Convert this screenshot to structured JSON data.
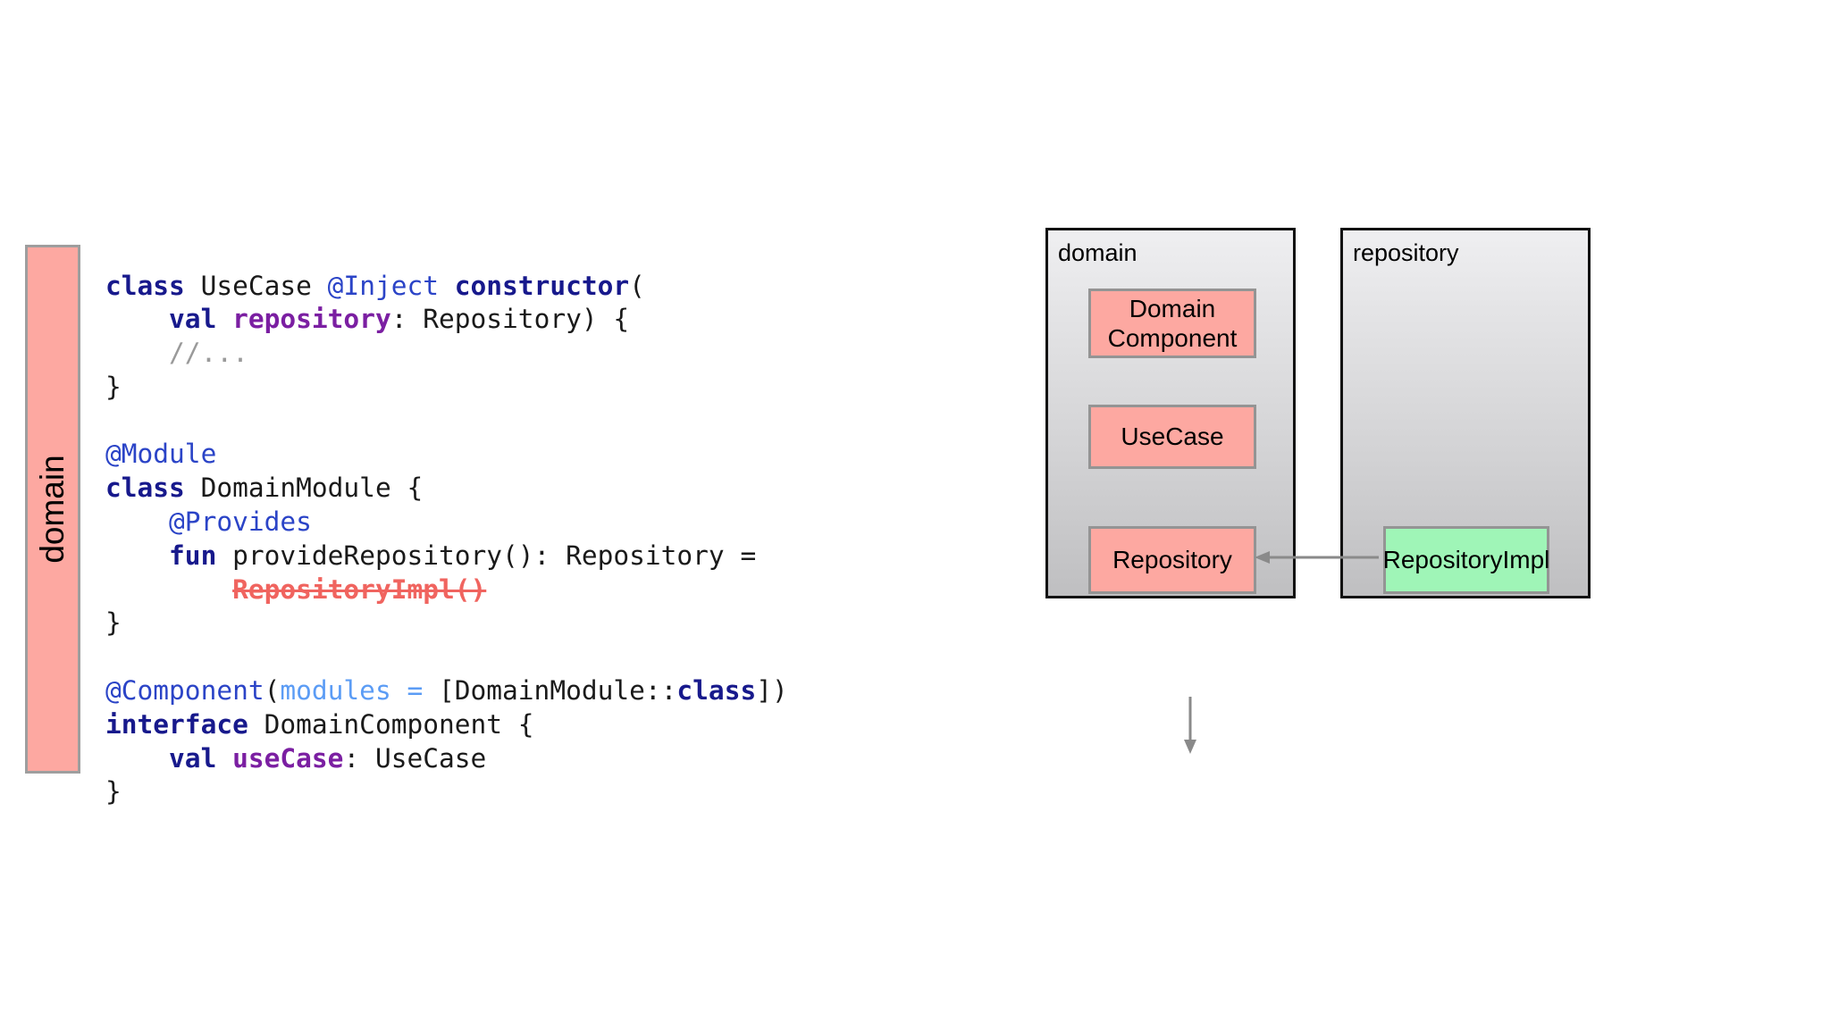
{
  "left_panel": {
    "side_tag": {
      "label": "domain",
      "color": "#fda8a1"
    },
    "code": {
      "language": "kotlin",
      "lines": [
        {
          "id": "l1",
          "tokens": [
            {
              "t": "class",
              "c": "kw"
            },
            {
              "t": " UseCase ",
              "c": "plain"
            },
            {
              "t": "@Inject",
              "c": "anno"
            },
            {
              "t": " ",
              "c": "plain"
            },
            {
              "t": "constructor",
              "c": "kw"
            },
            {
              "t": "(",
              "c": "plain"
            }
          ]
        },
        {
          "id": "l2",
          "tokens": [
            {
              "t": "    ",
              "c": "plain"
            },
            {
              "t": "val",
              "c": "kw"
            },
            {
              "t": " ",
              "c": "plain"
            },
            {
              "t": "repository",
              "c": "ident-p"
            },
            {
              "t": ": Repository) {",
              "c": "plain"
            }
          ]
        },
        {
          "id": "l3",
          "tokens": [
            {
              "t": "    ",
              "c": "plain"
            },
            {
              "t": "//...",
              "c": "comment"
            }
          ]
        },
        {
          "id": "l4",
          "tokens": [
            {
              "t": "}",
              "c": "plain"
            }
          ]
        },
        {
          "id": "l5",
          "tokens": [
            {
              "t": "",
              "c": "plain"
            }
          ]
        },
        {
          "id": "l6",
          "tokens": [
            {
              "t": "@Module",
              "c": "anno"
            }
          ]
        },
        {
          "id": "l7",
          "tokens": [
            {
              "t": "class",
              "c": "kw"
            },
            {
              "t": " DomainModule {",
              "c": "plain"
            }
          ]
        },
        {
          "id": "l8",
          "tokens": [
            {
              "t": "    ",
              "c": "plain"
            },
            {
              "t": "@Provides",
              "c": "anno"
            }
          ]
        },
        {
          "id": "l9",
          "tokens": [
            {
              "t": "    ",
              "c": "plain"
            },
            {
              "t": "fun",
              "c": "kw"
            },
            {
              "t": " provideRepository(): Repository =",
              "c": "plain"
            }
          ]
        },
        {
          "id": "l10",
          "tokens": [
            {
              "t": "        ",
              "c": "plain"
            },
            {
              "t": "RepositoryImpl()",
              "c": "strike"
            }
          ]
        },
        {
          "id": "l11",
          "tokens": [
            {
              "t": "}",
              "c": "plain"
            }
          ]
        },
        {
          "id": "l12",
          "tokens": [
            {
              "t": "",
              "c": "plain"
            }
          ]
        },
        {
          "id": "l13",
          "tokens": [
            {
              "t": "@Component",
              "c": "anno"
            },
            {
              "t": "(",
              "c": "plain"
            },
            {
              "t": "modules",
              "c": "param"
            },
            {
              "t": " ",
              "c": "plain"
            },
            {
              "t": "=",
              "c": "eq"
            },
            {
              "t": " [DomainModule::",
              "c": "plain"
            },
            {
              "t": "class",
              "c": "kw"
            },
            {
              "t": "])",
              "c": "plain"
            }
          ]
        },
        {
          "id": "l14",
          "tokens": [
            {
              "t": "interface",
              "c": "kw"
            },
            {
              "t": " DomainComponent {",
              "c": "plain"
            }
          ]
        },
        {
          "id": "l15",
          "tokens": [
            {
              "t": "    ",
              "c": "plain"
            },
            {
              "t": "val",
              "c": "kw"
            },
            {
              "t": " ",
              "c": "plain"
            },
            {
              "t": "useCase",
              "c": "ident-p"
            },
            {
              "t": ": UseCase",
              "c": "plain"
            }
          ]
        },
        {
          "id": "l16",
          "tokens": [
            {
              "t": "}",
              "c": "plain"
            }
          ]
        }
      ]
    }
  },
  "diagram": {
    "packages": [
      {
        "id": "domain",
        "label": "domain"
      },
      {
        "id": "repository",
        "label": "repository"
      }
    ],
    "nodes": [
      {
        "id": "domain-component",
        "label": "Domain\nComponent",
        "line1": "Domain",
        "line2": "Component",
        "color": "#fda8a1",
        "package": "domain"
      },
      {
        "id": "usecase",
        "label": "UseCase",
        "color": "#fda8a1",
        "package": "domain"
      },
      {
        "id": "repository",
        "label": "Repository",
        "color": "#fda8a1",
        "package": "domain"
      },
      {
        "id": "repository-impl",
        "label": "RepositoryImpl",
        "color": "#9ff5b7",
        "package": "repository"
      }
    ],
    "edges": [
      {
        "id": "usecase-to-repository",
        "from": "usecase",
        "to": "repository",
        "style": "solid-arrow"
      },
      {
        "id": "repositoryimpl-to-repository",
        "from": "repository-impl",
        "to": "repository",
        "style": "solid-arrow"
      }
    ]
  },
  "colors": {
    "pink": "#fda8a1",
    "green": "#9ff5b7",
    "node_border": "#949494",
    "package_border": "#111111",
    "arrow": "#8a8a8a",
    "keyword": "#17198c",
    "annotation": "#2b44c7",
    "param": "#5b9cf5",
    "identifier": "#7b1fa2",
    "strikethrough": "#f0645f",
    "comment": "#9a9a9a"
  }
}
